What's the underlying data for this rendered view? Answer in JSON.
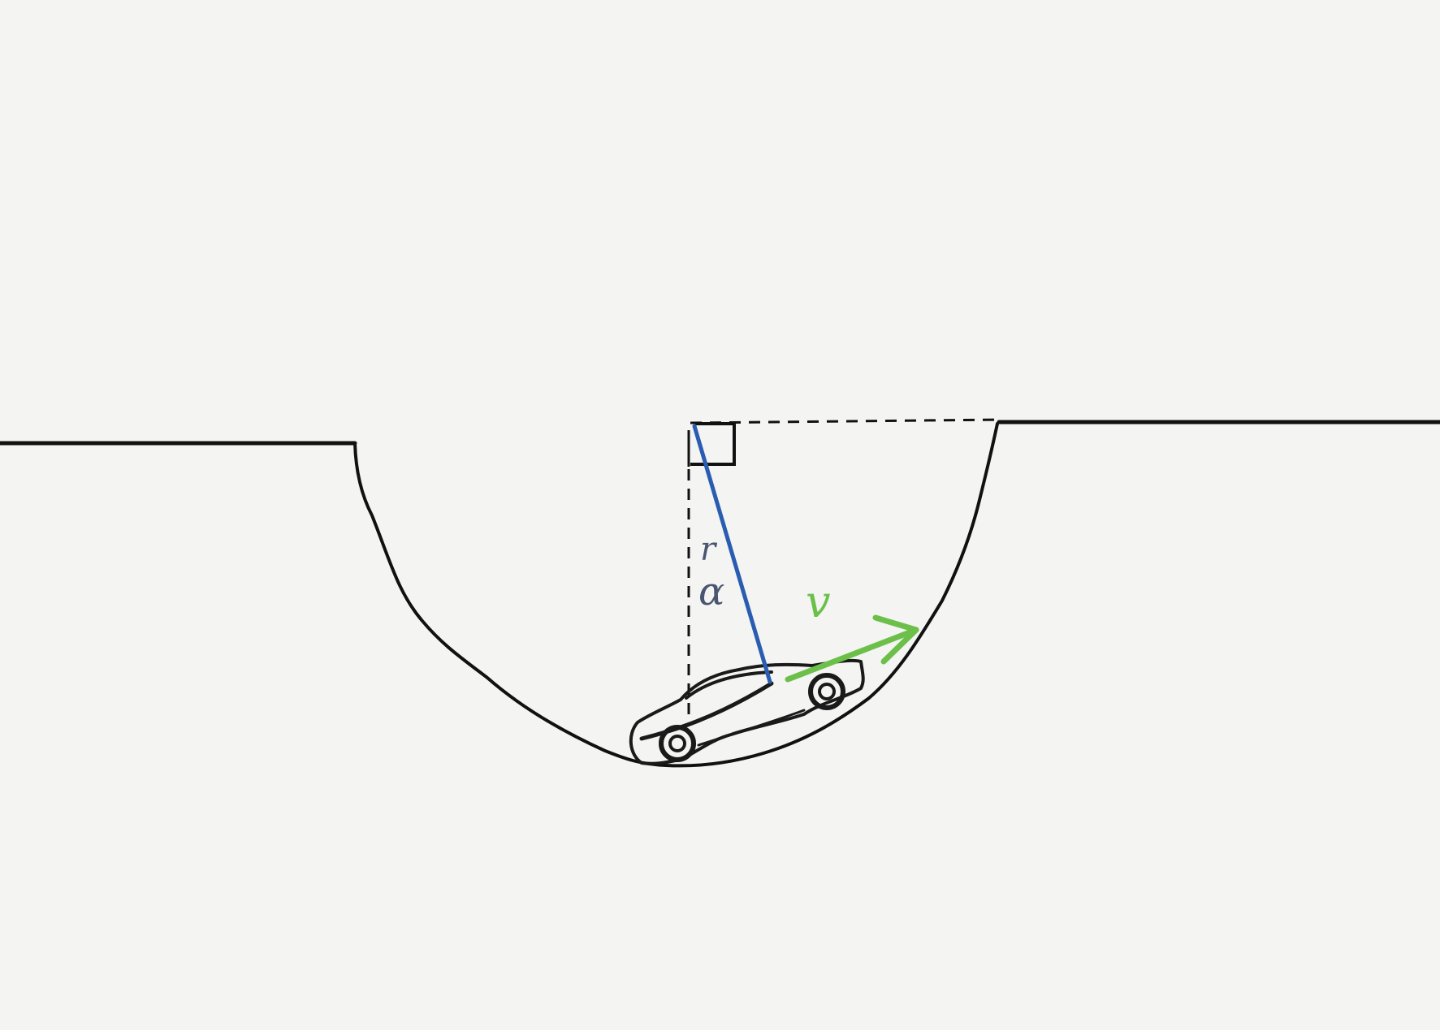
{
  "diagram": {
    "labels": {
      "radius": "r",
      "angle": "α",
      "velocity": "v"
    },
    "colors": {
      "background": "#f4f4f3",
      "ink": "#111111",
      "radius_line": "#2a5db0",
      "angle_label": "#4a5570",
      "velocity_arrow": "#6cc04a"
    },
    "elements": [
      "ground-with-circular-dip",
      "car",
      "radius-line",
      "vertical-reference-line",
      "horizontal-reference-line",
      "right-angle-marker",
      "velocity-arrow"
    ]
  }
}
